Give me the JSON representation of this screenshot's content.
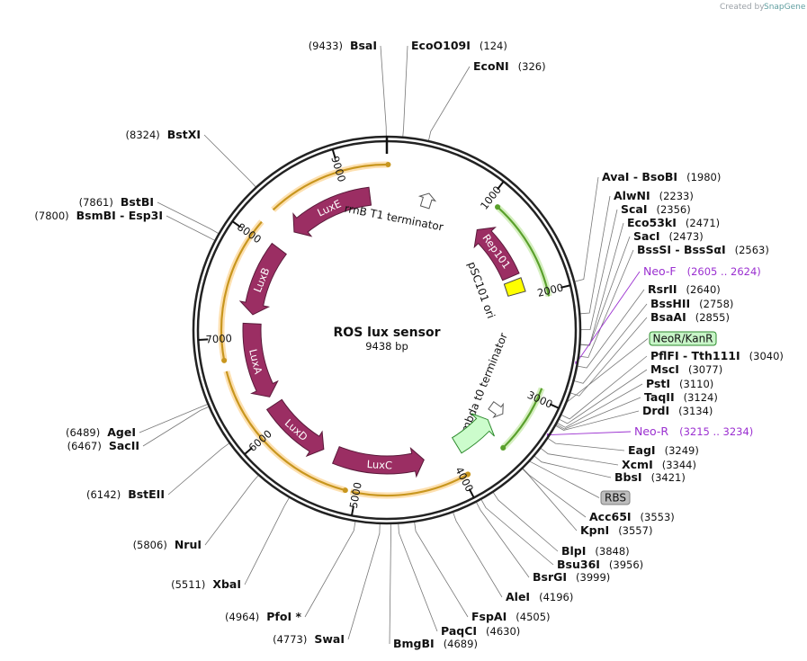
{
  "credit": {
    "prefix": "Created by",
    "brand": "SnapGene"
  },
  "plasmid": {
    "name": "ROS lux sensor",
    "size_label": "9438 bp",
    "length": 9438
  },
  "ticks": [
    {
      "pos": 1000,
      "label": "1000"
    },
    {
      "pos": 2000,
      "label": "2000"
    },
    {
      "pos": 3000,
      "label": "3000"
    },
    {
      "pos": 4000,
      "label": "4000"
    },
    {
      "pos": 5000,
      "label": "5000"
    },
    {
      "pos": 6000,
      "label": "6000"
    },
    {
      "pos": 7000,
      "label": "7000"
    },
    {
      "pos": 8000,
      "label": "8000"
    },
    {
      "pos": 9000,
      "label": "9000"
    }
  ],
  "sites": [
    {
      "side": "L",
      "pos": 9433,
      "pos_text": "(9433)",
      "name": "BsaI"
    },
    {
      "side": "R",
      "pos": 124,
      "pos_text": "(124)",
      "name": "EcoO109I"
    },
    {
      "side": "R",
      "pos": 326,
      "pos_text": "(326)",
      "name": "EcoNI"
    },
    {
      "side": "R",
      "pos": 1980,
      "pos_text": "(1980)",
      "name": "AvaI  - BsoBI"
    },
    {
      "side": "R",
      "pos": 2233,
      "pos_text": "(2233)",
      "name": "AlwNI"
    },
    {
      "side": "R",
      "pos": 2356,
      "pos_text": "(2356)",
      "name": "ScaI"
    },
    {
      "side": "R",
      "pos": 2471,
      "pos_text": "(2471)",
      "name": "Eco53kI"
    },
    {
      "side": "R",
      "pos": 2473,
      "pos_text": "(2473)",
      "name": "SacI"
    },
    {
      "side": "R",
      "pos": 2563,
      "pos_text": "(2563)",
      "name": "BssSI  - BssSαI"
    },
    {
      "side": "R",
      "pos": 2640,
      "pos_text": "(2640)",
      "name": "RsrII"
    },
    {
      "side": "R",
      "pos": 2758,
      "pos_text": "(2758)",
      "name": "BssHII"
    },
    {
      "side": "R",
      "pos": 2855,
      "pos_text": "(2855)",
      "name": "BsaAI"
    },
    {
      "side": "R",
      "pos": 3040,
      "pos_text": "(3040)",
      "name": "PflFI  - Tth111I"
    },
    {
      "side": "R",
      "pos": 3077,
      "pos_text": "(3077)",
      "name": "MscI"
    },
    {
      "side": "R",
      "pos": 3110,
      "pos_text": "(3110)",
      "name": "PstI"
    },
    {
      "side": "R",
      "pos": 3124,
      "pos_text": "(3124)",
      "name": "TaqII"
    },
    {
      "side": "R",
      "pos": 3134,
      "pos_text": "(3134)",
      "name": "DrdI"
    },
    {
      "side": "R",
      "pos": 3249,
      "pos_text": "(3249)",
      "name": "EagI"
    },
    {
      "side": "R",
      "pos": 3344,
      "pos_text": "(3344)",
      "name": "XcmI"
    },
    {
      "side": "R",
      "pos": 3421,
      "pos_text": "(3421)",
      "name": "BbsI"
    },
    {
      "side": "R",
      "pos": 3553,
      "pos_text": "(3553)",
      "name": "Acc65I"
    },
    {
      "side": "R",
      "pos": 3557,
      "pos_text": "(3557)",
      "name": "KpnI"
    },
    {
      "side": "R",
      "pos": 3848,
      "pos_text": "(3848)",
      "name": "BlpI"
    },
    {
      "side": "R",
      "pos": 3956,
      "pos_text": "(3956)",
      "name": "Bsu36I"
    },
    {
      "side": "R",
      "pos": 3999,
      "pos_text": "(3999)",
      "name": "BsrGI"
    },
    {
      "side": "R",
      "pos": 4196,
      "pos_text": "(4196)",
      "name": "AleI"
    },
    {
      "side": "R",
      "pos": 4505,
      "pos_text": "(4505)",
      "name": "FspAI"
    },
    {
      "side": "R",
      "pos": 4630,
      "pos_text": "(4630)",
      "name": "PaqCI"
    },
    {
      "side": "R",
      "pos": 4689,
      "pos_text": "(4689)",
      "name": "BmgBI"
    },
    {
      "side": "L",
      "pos": 4773,
      "pos_text": "(4773)",
      "name": "SwaI"
    },
    {
      "side": "L",
      "pos": 4964,
      "pos_text": "(4964)",
      "name": "PfoI *"
    },
    {
      "side": "L",
      "pos": 5511,
      "pos_text": "(5511)",
      "name": "XbaI"
    },
    {
      "side": "L",
      "pos": 5806,
      "pos_text": "(5806)",
      "name": "NruI"
    },
    {
      "side": "L",
      "pos": 6142,
      "pos_text": "(6142)",
      "name": "BstEII"
    },
    {
      "side": "L",
      "pos": 6467,
      "pos_text": "(6467)",
      "name": "SacII"
    },
    {
      "side": "L",
      "pos": 6489,
      "pos_text": "(6489)",
      "name": "AgeI"
    },
    {
      "side": "L",
      "pos": 7800,
      "pos_text": "(7800)",
      "name": "BsmBI  - Esp3I"
    },
    {
      "side": "L",
      "pos": 7861,
      "pos_text": "(7861)",
      "name": "BstBI"
    },
    {
      "side": "L",
      "pos": 8324,
      "pos_text": "(8324)",
      "name": "BstXI"
    }
  ],
  "primers": [
    {
      "name": "Neo-F",
      "range": "(2605 .. 2624)",
      "pos": 2615
    },
    {
      "name": "Neo-R",
      "range": "(3215 .. 3234)",
      "pos": 3225
    }
  ],
  "boxed_labels": [
    {
      "name": "NeoR/KanR",
      "pos": 2950,
      "fill": "#c8f5c8",
      "stroke": "#2e8b2e"
    },
    {
      "name": "RBS",
      "pos": 3480,
      "fill": "#bdbdbd",
      "stroke": "#808080"
    }
  ],
  "features": [
    {
      "name": "LuxE",
      "start": 8300,
      "end": 9250,
      "color": "#9b2e63",
      "type": "gene"
    },
    {
      "name": "LuxB",
      "start": 7250,
      "end": 8050,
      "color": "#9b2e63",
      "type": "gene"
    },
    {
      "name": "LuxA",
      "start": 6300,
      "end": 7150,
      "color": "#9b2e63",
      "type": "gene"
    },
    {
      "name": "LuxD",
      "start": 5450,
      "end": 6200,
      "color": "#9b2e63",
      "type": "gene"
    },
    {
      "name": "LuxC",
      "start": 4300,
      "end": 5300,
      "color": "#9b2e63",
      "type": "gene"
    },
    {
      "name": "Rep101",
      "start": 1100,
      "end": 1750,
      "color": "#9b2e63",
      "type": "gene_rev"
    },
    {
      "name": "pSC101 ori",
      "start": 1800,
      "end": 1950,
      "color": "#ffff00",
      "type": "box"
    },
    {
      "name": "rrnB T1 terminator",
      "start": 400,
      "end": 500,
      "color": "#ffffff",
      "type": "term"
    },
    {
      "name": "lambda t0 terminator",
      "start": 3250,
      "end": 3350,
      "color": "#ffffff",
      "type": "term"
    },
    {
      "name": "green_block",
      "start": 3450,
      "end": 3900,
      "color": "#ccfccc",
      "type": "green"
    }
  ],
  "outer_arcs": [
    {
      "start": 1100,
      "end": 2050,
      "color": "#5aa02c",
      "dir": "rev"
    },
    {
      "start": 2900,
      "end": 3550,
      "color": "#5aa02c",
      "dir": "fwd"
    },
    {
      "start": 8300,
      "end": 9450,
      "color": "#c8961e",
      "dir": "fwd"
    },
    {
      "start": 6800,
      "end": 8150,
      "color": "#c8961e",
      "dir": "rev"
    },
    {
      "start": 5100,
      "end": 6700,
      "color": "#c8961e",
      "dir": "rev"
    },
    {
      "start": 3950,
      "end": 5050,
      "color": "#c8961e",
      "dir": "rev"
    }
  ]
}
